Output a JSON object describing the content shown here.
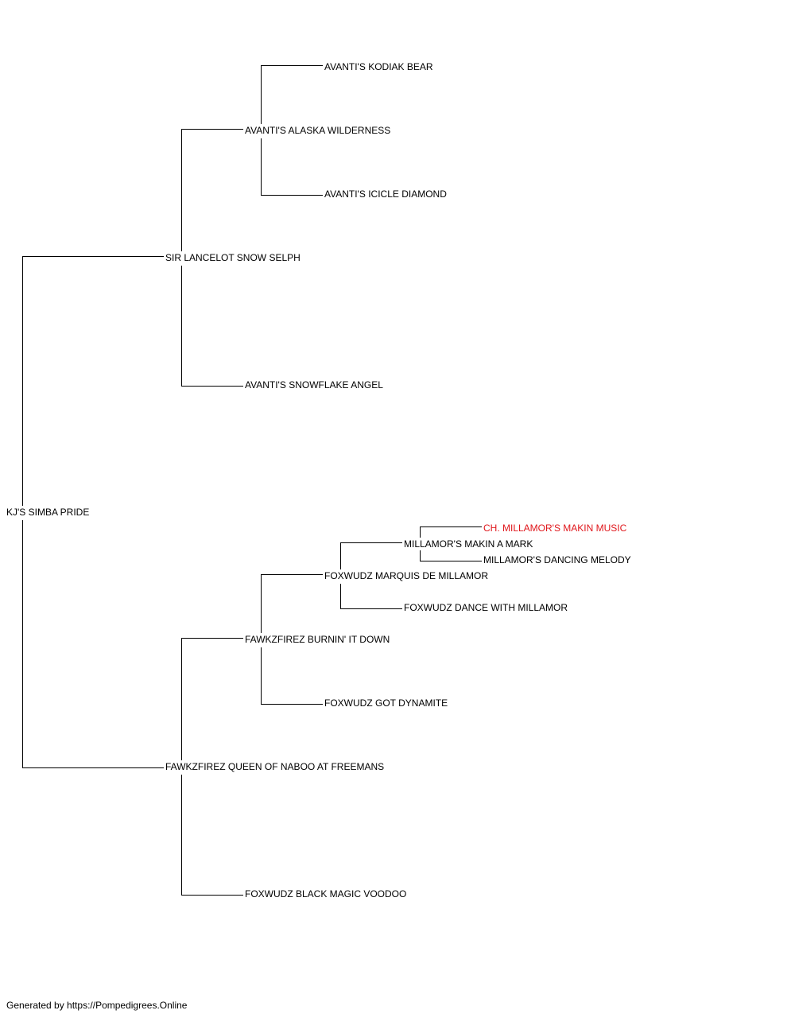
{
  "pedigree": {
    "subject": "KJ'S SIMBA PRIDE",
    "sire": "SIR LANCELOT SNOW SELPH",
    "sire_sire": "AVANTI'S ALASKA WILDERNESS",
    "sire_sire_sire": "AVANTI'S KODIAK BEAR",
    "sire_sire_dam": "AVANTI'S ICICLE DIAMOND",
    "sire_dam": "AVANTI'S SNOWFLAKE ANGEL",
    "dam": "FAWKZFIREZ QUEEN OF NABOO AT FREEMANS",
    "dam_sire": "FAWKZFIREZ BURNIN' IT DOWN",
    "dam_sire_sire": "FOXWUDZ MARQUIS DE MILLAMOR",
    "dam_sire_sire_sire": "MILLAMOR'S MAKIN A MARK",
    "dam_sire_sire_sire_sire": "CH. MILLAMOR'S MAKIN MUSIC",
    "dam_sire_sire_sire_dam": "MILLAMOR'S DANCING MELODY",
    "dam_sire_sire_dam": "FOXWUDZ DANCE WITH MILLAMOR",
    "dam_sire_dam": "FOXWUDZ GOT DYNAMITE",
    "dam_dam": "FOXWUDZ BLACK MAGIC VOODOO"
  },
  "colors": {
    "line": "#000000",
    "text": "#000000",
    "champion": "#e0161b"
  },
  "footer": "Generated by https://Pompedigrees.Online"
}
